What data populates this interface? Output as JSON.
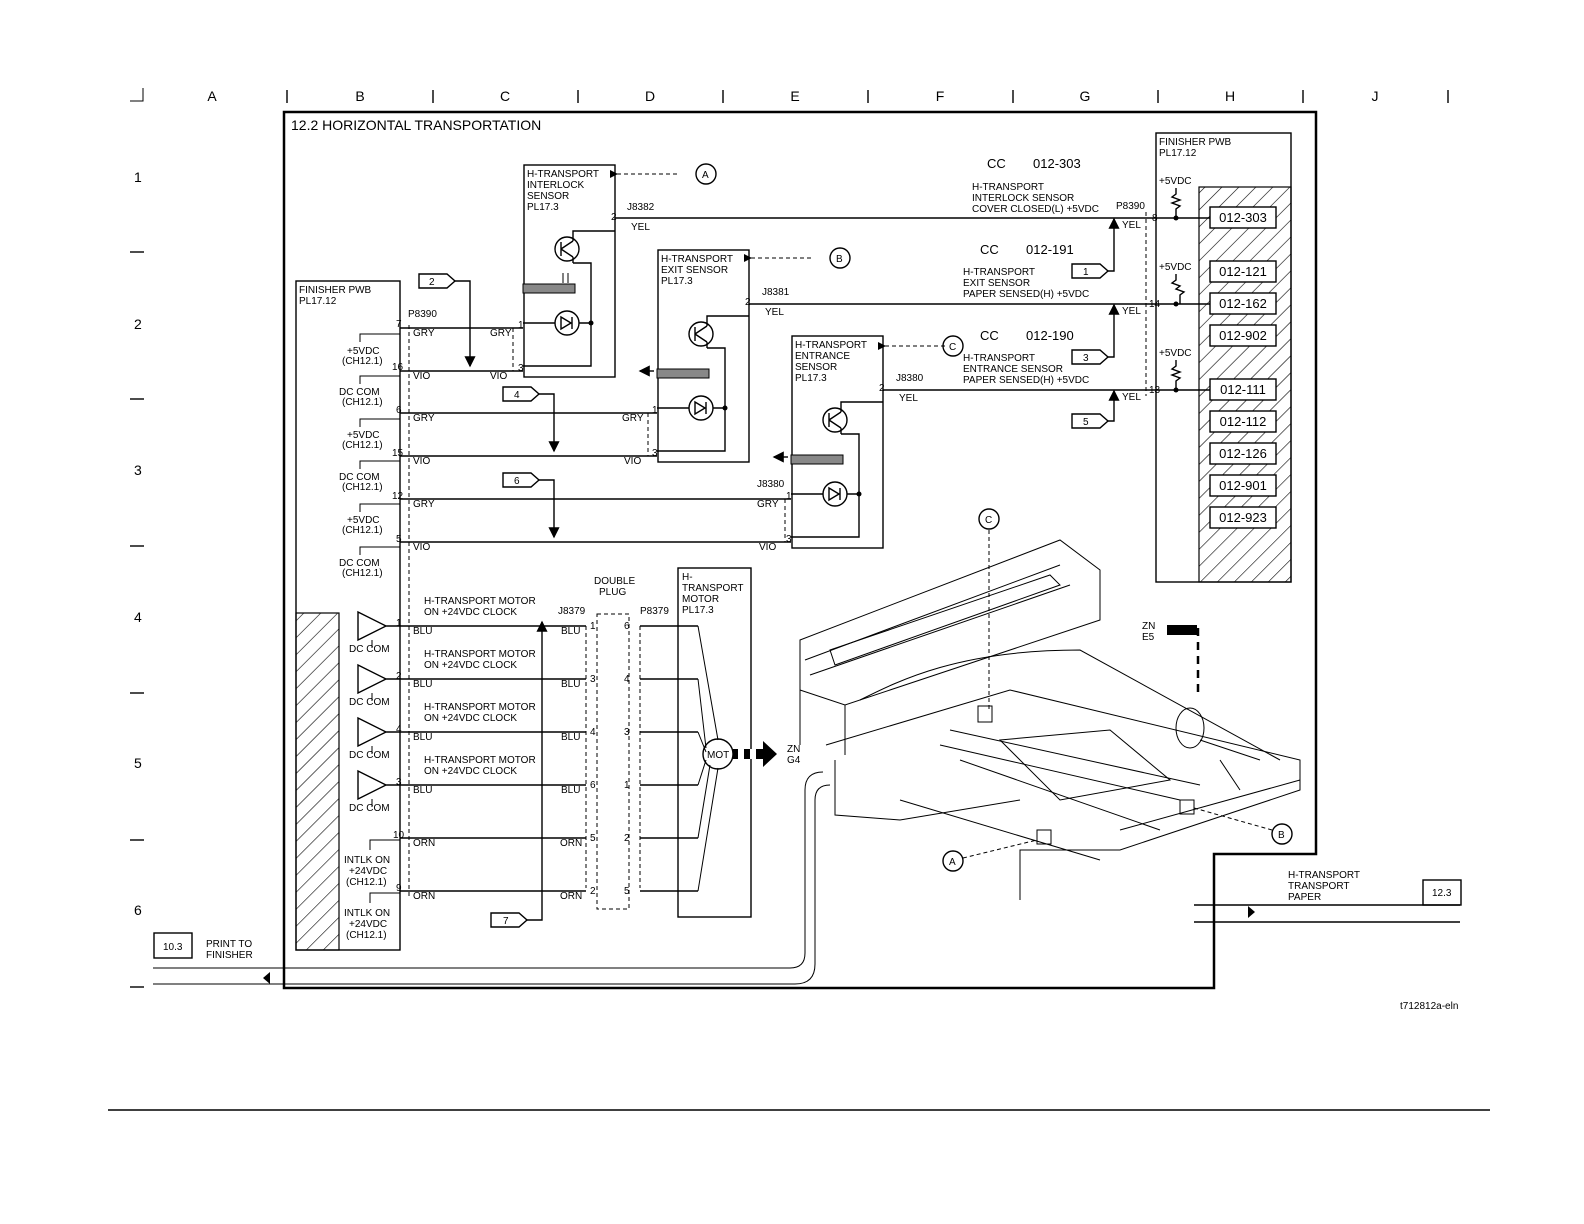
{
  "grid": {
    "columns": [
      "A",
      "B",
      "C",
      "D",
      "E",
      "F",
      "G",
      "H",
      "J"
    ],
    "rows": [
      "1",
      "2",
      "3",
      "4",
      "5",
      "6"
    ]
  },
  "title": "12.2 HORIZONTAL TRANSPORTATION",
  "left_pwb": {
    "title": "FINISHER PWB",
    "pl": "PL17.12",
    "connector": "P8390"
  },
  "right_pwb": {
    "title": "FINISHER PWB",
    "pl": "PL17.12",
    "connector": "P8390"
  },
  "left_pins": [
    {
      "pin": "7",
      "label1": "+5VDC",
      "label2": "(CH12.1)"
    },
    {
      "pin": "16",
      "label1": "DC COM",
      "label2": "(CH12.1)"
    },
    {
      "pin": "6",
      "label1": "+5VDC",
      "label2": "(CH12.1)"
    },
    {
      "pin": "15",
      "label1": "DC COM",
      "label2": "(CH12.1)"
    },
    {
      "pin": "12",
      "label1": "+5VDC",
      "label2": "(CH12.1)"
    },
    {
      "pin": "5",
      "label1": "DC COM",
      "label2": "(CH12.1)"
    }
  ],
  "sensors": [
    {
      "name1": "H-TRANSPORT",
      "name2": "INTERLOCK",
      "name3": "SENSOR",
      "pl": "PL17.3",
      "connector": "J8382",
      "callout": "A"
    },
    {
      "name1": "H-TRANSPORT",
      "name2": "EXIT SENSOR",
      "name3": "",
      "pl": "PL17.3",
      "connector": "J8381",
      "callout": "B"
    },
    {
      "name1": "H-TRANSPORT",
      "name2": "ENTRANCE",
      "name3": "SENSOR",
      "pl": "PL17.3",
      "connector": "J8380",
      "callout": "C"
    }
  ],
  "wire_colors": {
    "gry": "GRY",
    "vio": "VIO",
    "yel": "YEL",
    "blu": "BLU",
    "orn": "ORN"
  },
  "pin_numbers": {
    "p1": "1",
    "p2": "2",
    "p3": "3"
  },
  "signals": [
    {
      "cc": "CC",
      "code": "012-303",
      "line1": "H-TRANSPORT",
      "line2": "INTERLOCK SENSOR",
      "line3": "COVER CLOSED(L) +5VDC",
      "pin": "8",
      "flag": "1"
    },
    {
      "cc": "CC",
      "code": "012-191",
      "line1": "H-TRANSPORT",
      "line2": "EXIT SENSOR",
      "line3": "PAPER SENSED(H) +5VDC",
      "pin": "14",
      "flag": "3"
    },
    {
      "cc": "CC",
      "code": "012-190",
      "line1": "H-TRANSPORT",
      "line2": "ENTRANCE SENSOR",
      "line3": "PAPER SENSED(H) +5VDC",
      "pin": "13",
      "flag": "5"
    }
  ],
  "right_vdc": "+5VDC",
  "fault_codes": [
    "012-303",
    "012-121",
    "012-162",
    "012-902",
    "012-111",
    "012-112",
    "012-126",
    "012-901",
    "012-923"
  ],
  "flags": {
    "f2": "2",
    "f4": "4",
    "f6": "6",
    "f7": "7"
  },
  "motor_section": {
    "connector_j": "J8379",
    "connector_p": "P8379",
    "double_plug_1": "DOUBLE",
    "double_plug_2": "PLUG",
    "motor_name1": "H-",
    "motor_name2": "TRANSPORT",
    "motor_name3": "MOTOR",
    "motor_pl": "PL17.3",
    "mot": "MOT",
    "signals": [
      {
        "line1": "H-TRANSPORT MOTOR",
        "line2": "ON +24VDC CLOCK",
        "pin": "1",
        "dp_left": "1",
        "dp_right": "6"
      },
      {
        "line1": "H-TRANSPORT MOTOR",
        "line2": "ON +24VDC CLOCK",
        "pin": "2",
        "dp_left": "3",
        "dp_right": "4"
      },
      {
        "line1": "H-TRANSPORT MOTOR",
        "line2": "ON +24VDC CLOCK",
        "pin": "4",
        "dp_left": "4",
        "dp_right": "3"
      },
      {
        "line1": "H-TRANSPORT MOTOR",
        "line2": "ON +24VDC CLOCK",
        "pin": "3",
        "dp_left": "6",
        "dp_right": "1"
      }
    ],
    "dc_com": "DC COM",
    "intlk": [
      {
        "pin": "10",
        "l1": "INTLK ON",
        "l2": "+24VDC",
        "l3": "(CH12.1)",
        "dp_left": "5",
        "dp_right": "2"
      },
      {
        "pin": "9",
        "l1": "INTLK ON",
        "l2": "+24VDC",
        "l3": "(CH12.1)",
        "dp_left": "2",
        "dp_right": "5"
      }
    ]
  },
  "zones": {
    "zn1": "ZN",
    "zn1b": "E5",
    "zn2": "ZN",
    "zn2b": "G4"
  },
  "paper_path": {
    "in_ref": "10.3",
    "in_label1": "PRINT TO",
    "in_label2": "FINISHER",
    "out_ref": "12.3",
    "out_label1": "H-TRANSPORT",
    "out_label2": "TRANSPORT",
    "out_label3": "PAPER"
  },
  "footer_id": "t712812a-eln"
}
